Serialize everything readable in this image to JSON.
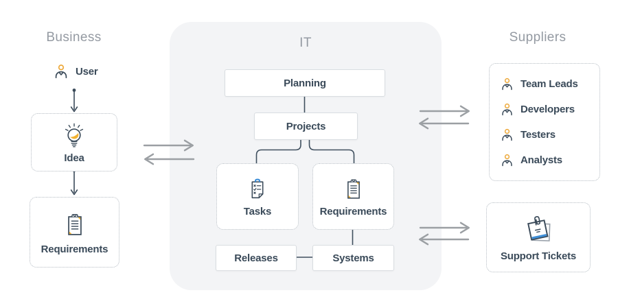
{
  "sections": {
    "business": {
      "title": "Business"
    },
    "it": {
      "title": "IT"
    },
    "suppliers": {
      "title": "Suppliers"
    }
  },
  "business": {
    "user": "User",
    "idea": "Idea",
    "requirements": "Requirements"
  },
  "it": {
    "planning": "Planning",
    "projects": "Projects",
    "tasks": "Tasks",
    "requirements": "Requirements",
    "releases": "Releases",
    "systems": "Systems"
  },
  "suppliers": {
    "roles": [
      "Team Leads",
      "Developers",
      "Testers",
      "Analysts"
    ],
    "support_tickets": "Support Tickets"
  },
  "icons": {
    "user": "person-icon",
    "idea": "lightbulb-icon",
    "requirements": "clipboard-icon",
    "tasks": "task-list-icon",
    "support_tickets": "ticket-note-icon"
  },
  "colors": {
    "navy": "#3a4a59",
    "title_gray": "#949aa2",
    "arrow_gray": "#9b9fa3",
    "panel_bg": "#f3f4f6",
    "accent_yellow": "#f2b232",
    "accent_blue": "#3f8fd8"
  }
}
